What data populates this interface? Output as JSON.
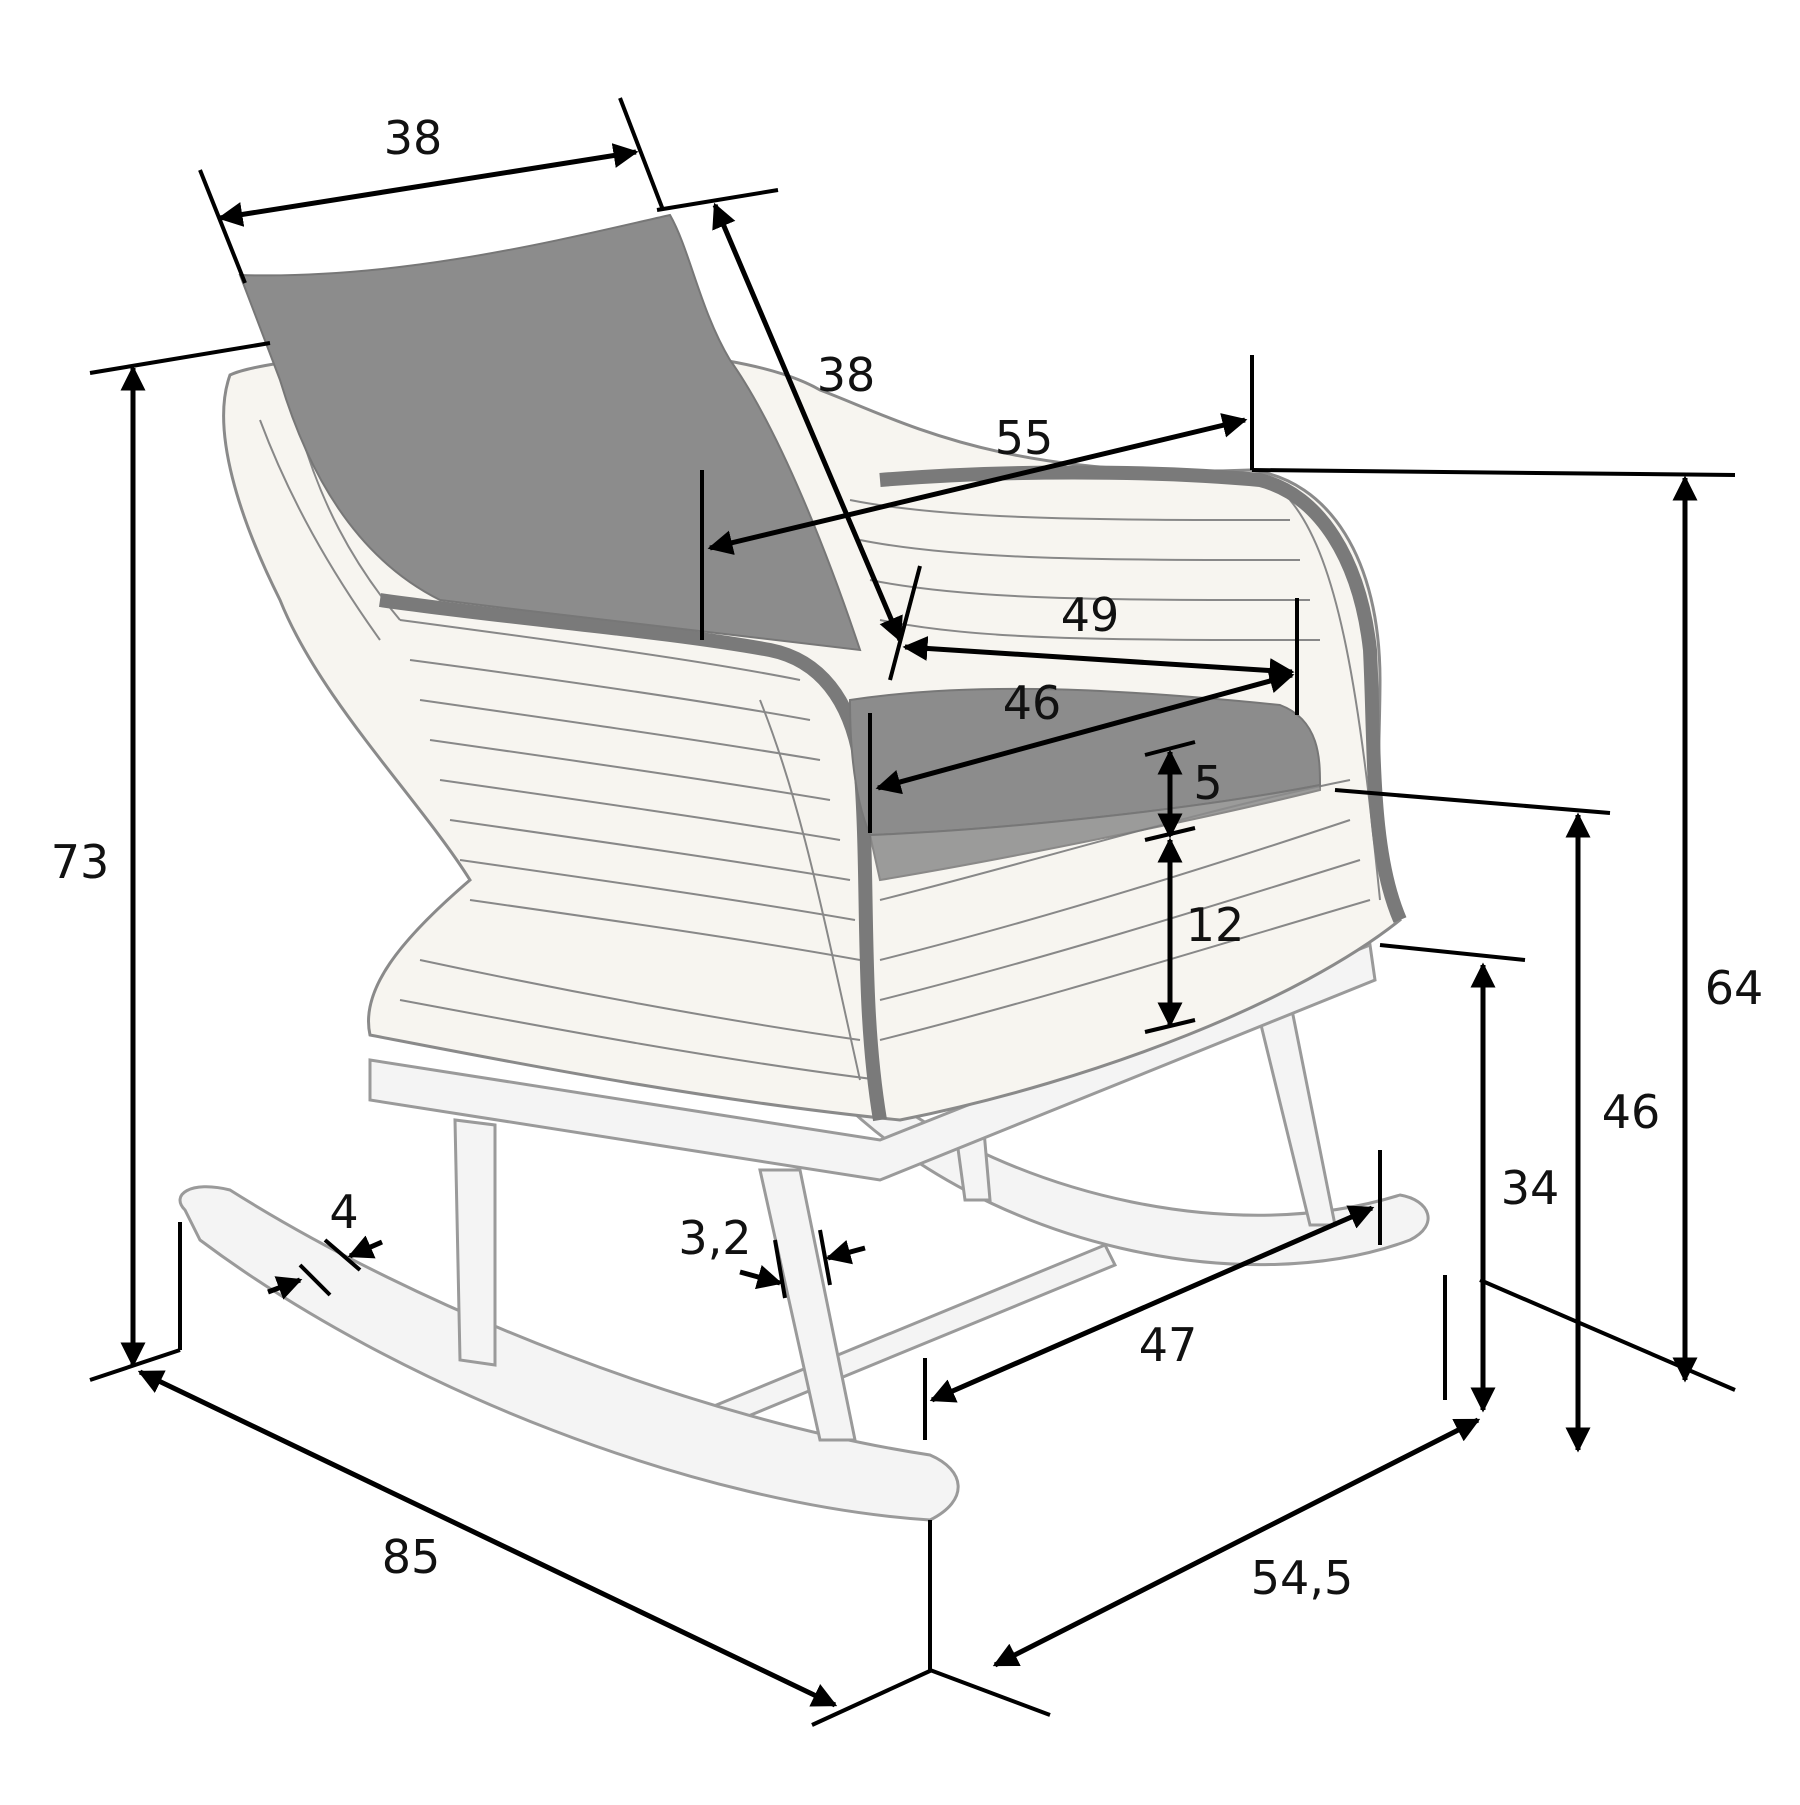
{
  "diagram": {
    "colors": {
      "dimension_line": "#000000",
      "cushion": "#8c8c8c",
      "wicker": "#888888",
      "wood": "#f4f4f4"
    },
    "dimensions": {
      "total_height": "73",
      "backrest_height": "38",
      "backrest_width": "38",
      "overall_width": "55",
      "seat_depth": "49",
      "seat_width": "46",
      "cushion_thickness": "5",
      "seat_frame_height": "12",
      "armrest_height": "64",
      "seat_height": "46",
      "frame_height": "34",
      "rocker_length": "85",
      "depth": "54,5",
      "rocker_inner_width": "47",
      "rocker_thickness": "4",
      "leg_diameter": "3,2"
    }
  }
}
